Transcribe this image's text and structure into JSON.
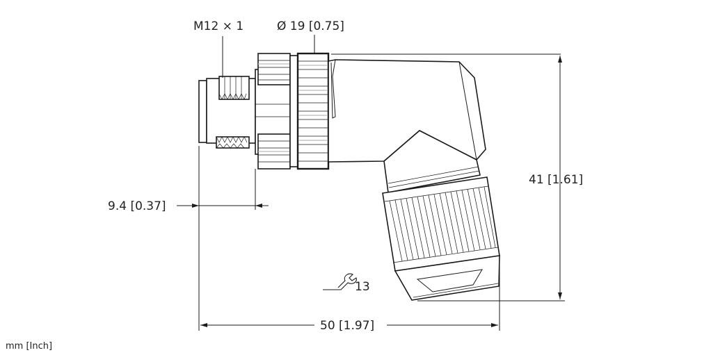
{
  "labels": {
    "thread": "M12 × 1",
    "diameter": "Ø 19 [0.75]",
    "height": "41 [1.61]",
    "thread_length": "9.4 [0.37]",
    "length": "50 [1.97]",
    "wrench_size": "13",
    "units": "mm [Inch]"
  },
  "icons": {
    "wrench": "wrench-icon"
  }
}
